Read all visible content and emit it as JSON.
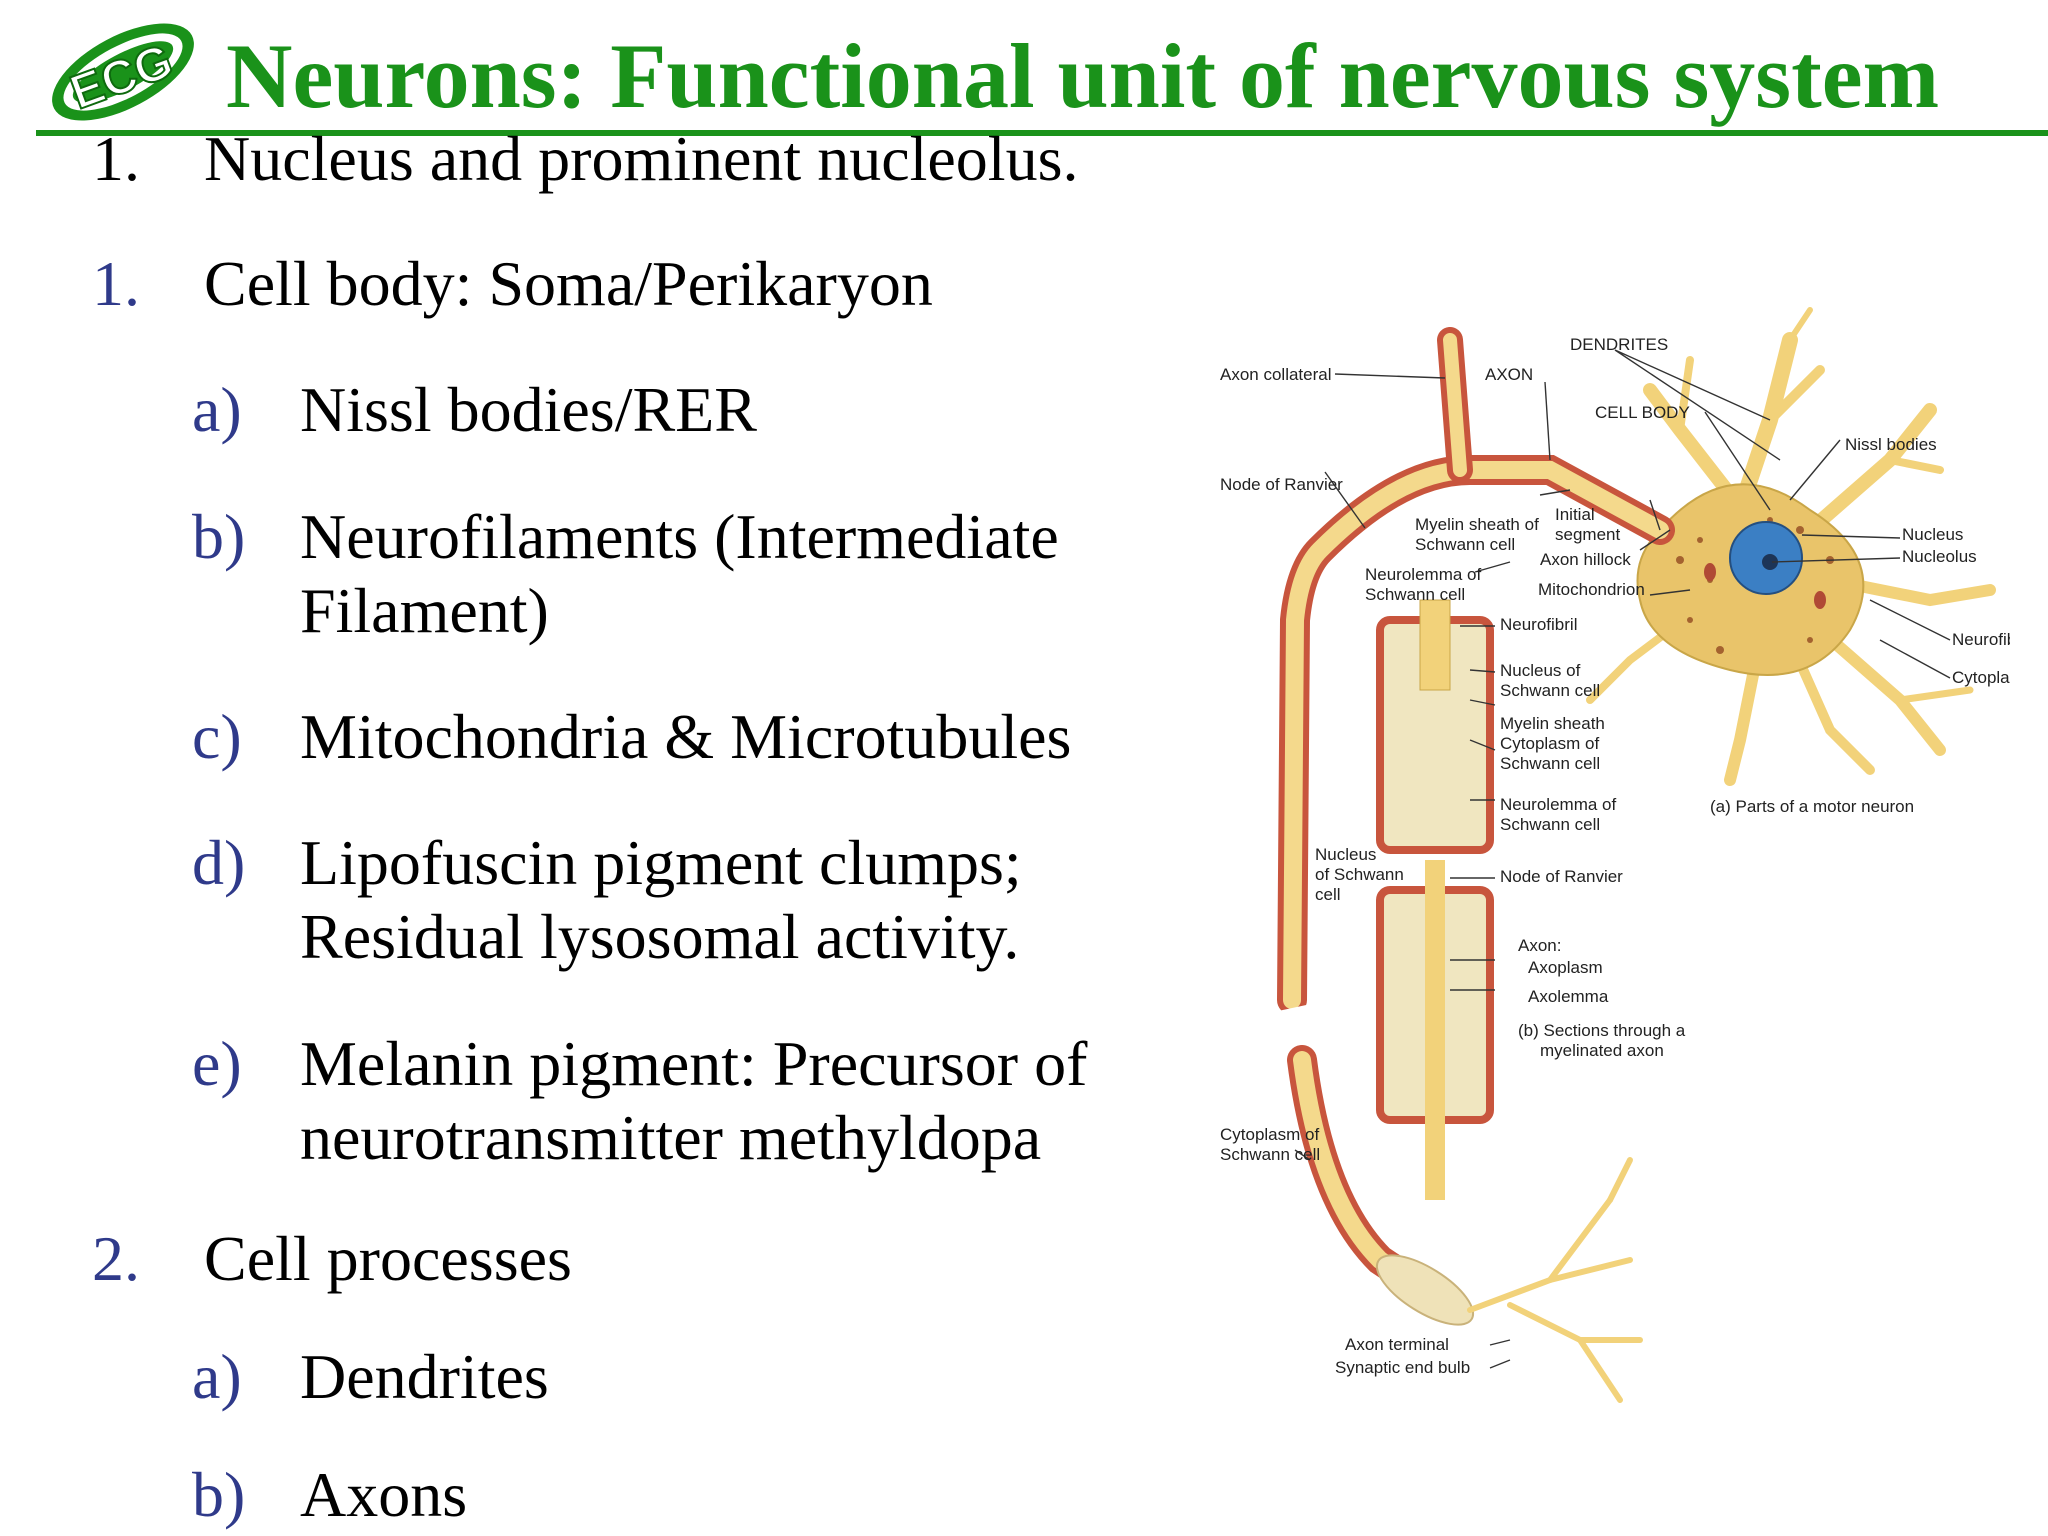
{
  "header": {
    "logo_text": "ECG",
    "title": "Neurons: Functional unit of nervous system",
    "title_color": "#1a921a"
  },
  "list": [
    {
      "num": "1.",
      "text": "Nucleus and prominent nucleolus."
    },
    {
      "num": "1.",
      "text": "Cell body: Soma/Perikaryon"
    },
    {
      "num": "a)",
      "text": "Nissl bodies/RER"
    },
    {
      "num": "b)",
      "text": "Neurofilaments (Intermediate",
      "text2": "Filament)"
    },
    {
      "num": "c)",
      "text": "Mitochondria & Microtubules"
    },
    {
      "num": "d)",
      "text": "Lipofuscin pigment clumps;",
      "text2": "Residual lysosomal activity."
    },
    {
      "num": "e)",
      "text": "Melanin pigment: Precursor of",
      "text2": "neurotransmitter methyldopa"
    },
    {
      "num": "2.",
      "text": "Cell processes"
    },
    {
      "num": "a)",
      "text": "Dendrites"
    },
    {
      "num": "b)",
      "text": "Axons"
    }
  ],
  "diagram": {
    "labels": {
      "axon_collateral": "Axon collateral",
      "axon": "AXON",
      "dendrites": "DENDRITES",
      "cell_body": "CELL BODY",
      "nissl_bodies": "Nissl bodies",
      "node_of_ranvier": "Node of Ranvier",
      "myelin_sheath_1": "Myelin sheath of",
      "myelin_sheath_2": "Schwann cell",
      "initial_segment_1": "Initial",
      "initial_segment_2": "segment",
      "axon_hillock": "Axon hillock",
      "nucleus": "Nucleus",
      "nucleolus": "Nucleolus",
      "neurolemma_1": "Neurolemma of",
      "neurolemma_2": "Schwann cell",
      "mitochondrion": "Mitochondrion",
      "neurofibril": "Neurofibril",
      "neurofibril_right": "Neurofibril",
      "cytoplasm": "Cytoplasm",
      "nucleus_schwann_1": "Nucleus of",
      "nucleus_schwann_2": "Schwann cell",
      "myelin_sheath_b": "Myelin sheath",
      "cytoplasm_schwann_1": "Cytoplasm of",
      "cytoplasm_schwann_2": "Schwann cell",
      "neurolemma_b_1": "Neurolemma of",
      "neurolemma_b_2": "Schwann cell",
      "caption_a": "(a) Parts of a motor neuron",
      "nucleus_of_schwann_left_1": "Nucleus",
      "nucleus_of_schwann_left_2": "of Schwann",
      "nucleus_of_schwann_left_3": "cell",
      "node_of_ranvier_b": "Node of Ranvier",
      "axon_b": "Axon:",
      "axoplasm": "Axoplasm",
      "axolemma": "Axolemma",
      "caption_b_1": "(b) Sections through a",
      "caption_b_2": "myelinated axon",
      "cytoplasm_of_schwann_left_1": "Cytoplasm of",
      "cytoplasm_of_schwann_left_2": "Schwann cell",
      "axon_terminal": "Axon terminal",
      "synaptic_end_bulb": "Synaptic end bulb"
    }
  }
}
